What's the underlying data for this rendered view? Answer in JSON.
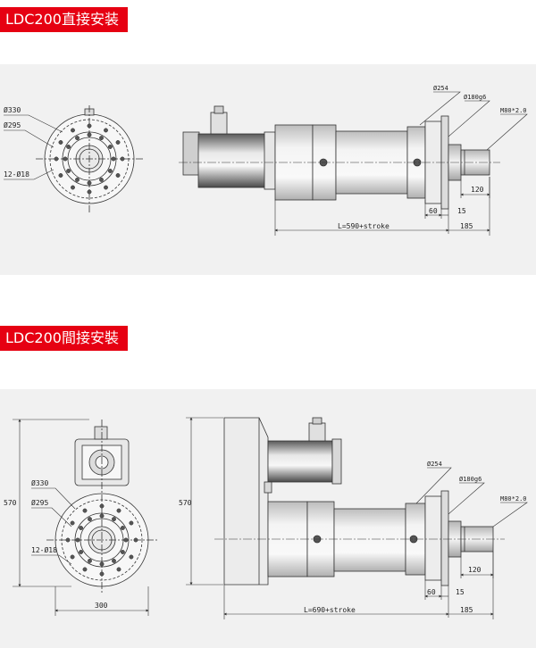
{
  "sections": [
    {
      "title": "LDC200直接安装",
      "labels": {
        "d330": "Ø330",
        "d295": "Ø295",
        "holes": "12-Ø18",
        "d254": "Ø254",
        "d180": "Ø180g6",
        "thread": "M80*2.0",
        "len120": "120",
        "len60": "60",
        "len15": "15",
        "len185": "185",
        "total": "L=590+stroke"
      }
    },
    {
      "title": "LDC200間接安裝",
      "labels": {
        "d330": "Ø330",
        "d295": "Ø295",
        "holes": "12-Ø18",
        "d254": "Ø254",
        "d180": "Ø180g6",
        "thread": "M80*2.0",
        "len120": "120",
        "len60": "60",
        "len15": "15",
        "len185": "185",
        "total": "L=690+stroke",
        "h570a": "570",
        "h570b": "570",
        "w300": "300"
      }
    }
  ],
  "colors": {
    "tag": "#e60012",
    "panel": "#f1f1f1",
    "line": "#333333"
  }
}
